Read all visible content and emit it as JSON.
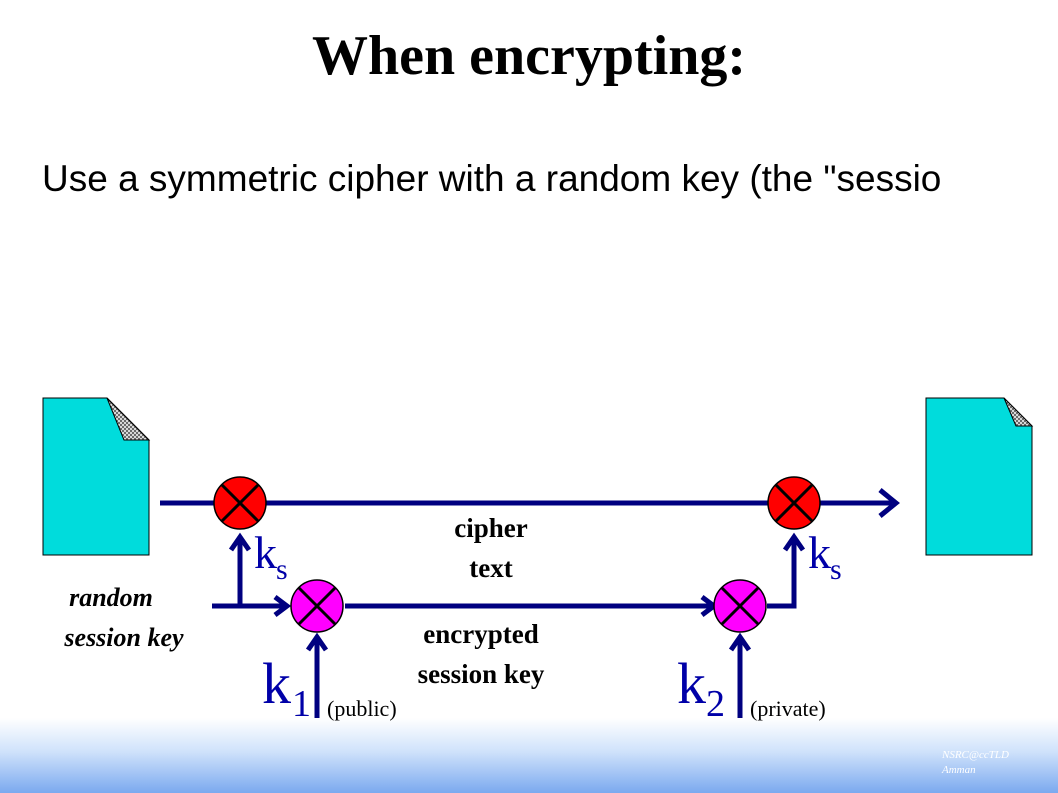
{
  "slide": {
    "title": "When encrypting:",
    "subtitle": "Use a symmetric cipher with a random key (the \"sessio"
  },
  "diagram": {
    "labels": {
      "cipher_text_line1": "cipher",
      "cipher_text_line2": "text",
      "random_key_line1": "random",
      "random_key_line2": "session key",
      "encrypted_key_line1": "encrypted",
      "encrypted_key_line2": "session key",
      "public": "(public)",
      "private": "(private)"
    },
    "keys": {
      "ks_left_main": "k",
      "ks_left_sub": "s",
      "ks_right_main": "k",
      "ks_right_sub": "s",
      "k1_main": "k",
      "k1_sub": "1",
      "k2_main": "k",
      "k2_sub": "2"
    },
    "colors": {
      "line": "#000080",
      "document": "#00dcdc",
      "symmetric_op": "#ff0000",
      "asymmetric_op": "#ff00ff"
    }
  },
  "footer": {
    "line1": "NSRC@ccTLD",
    "line2": "Amman"
  }
}
